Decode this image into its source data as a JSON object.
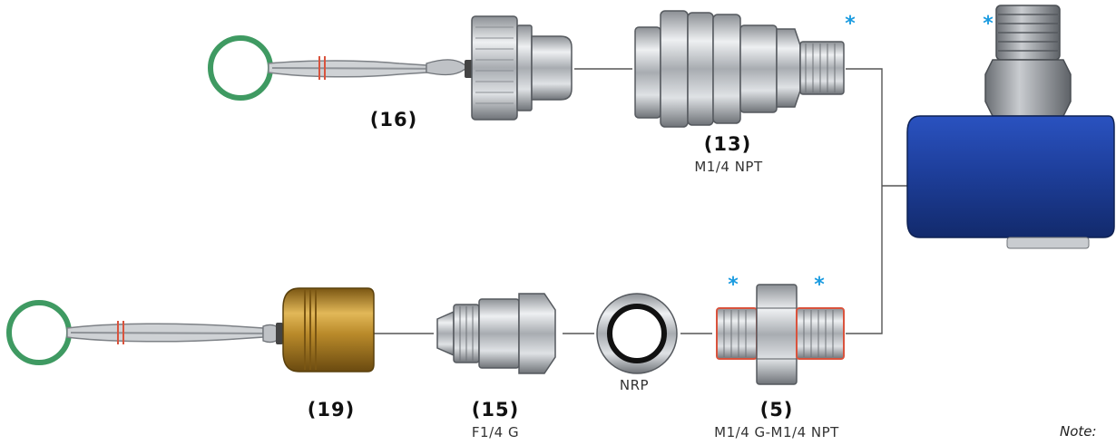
{
  "colors": {
    "ring": "#3f9a62",
    "chrome": "#b9bcc0",
    "brass": "#b98a2a",
    "blue_body": "#1e3f9c",
    "thread_red": "#d9533d",
    "asterisk": "#1a9be0",
    "connector": "#555555"
  },
  "parts": {
    "p16": {
      "number": "(16)"
    },
    "p13": {
      "number": "(13)",
      "spec": "M1/4 NPT"
    },
    "p19": {
      "number": "(19)"
    },
    "p15": {
      "number": "(15)",
      "spec": "F1/4 G"
    },
    "nrp": {
      "label": "NRP"
    },
    "p5": {
      "number": "(5)",
      "spec": "M1/4 G-M1/4 NPT"
    }
  },
  "asterisk": "*",
  "note": "Note:"
}
